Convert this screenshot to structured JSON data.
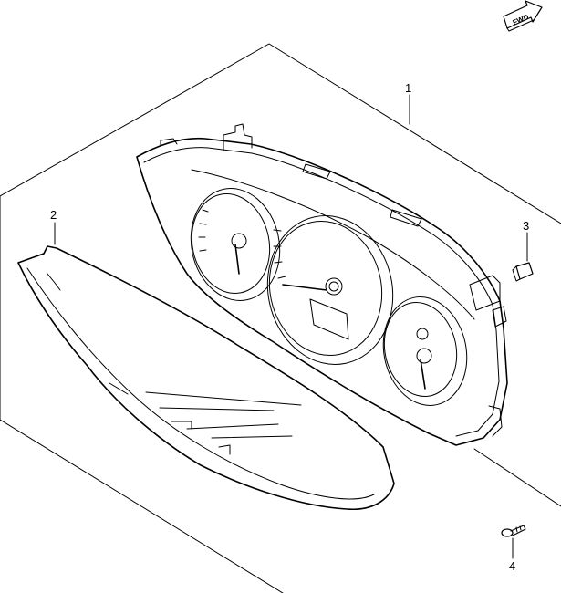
{
  "callouts": [
    {
      "id": "1",
      "label": "1"
    },
    {
      "id": "2",
      "label": "2"
    },
    {
      "id": "3",
      "label": "3"
    },
    {
      "id": "4",
      "label": "4"
    }
  ],
  "fwd_arrow": {
    "label": "FWD"
  }
}
